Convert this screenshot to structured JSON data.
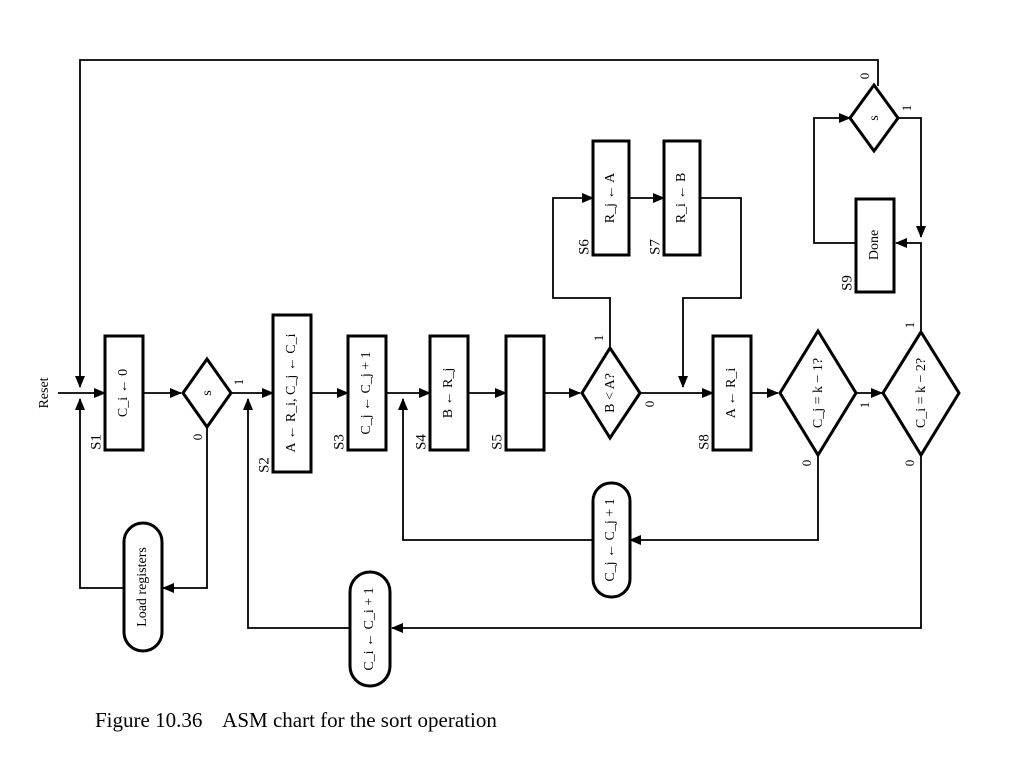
{
  "diagram": {
    "reset_label": "Reset",
    "states": {
      "s1": {
        "name": "S1",
        "action": "C_i ← 0"
      },
      "s2": {
        "name": "S2",
        "action": "A ← R_i, C_j ← C_i"
      },
      "s3": {
        "name": "S3",
        "action": "C_j ← C_j + 1"
      },
      "s4": {
        "name": "S4",
        "action": "B ← R_j"
      },
      "s5": {
        "name": "S5",
        "action": ""
      },
      "s6": {
        "name": "S6",
        "action": "R_j ← A"
      },
      "s7": {
        "name": "S7",
        "action": "R_i ← B"
      },
      "s8": {
        "name": "S8",
        "action": "A ← R_i"
      },
      "s9": {
        "name": "S9",
        "action": "Done"
      }
    },
    "decisions": {
      "s_first": {
        "text": "s",
        "true": "1",
        "false": "0"
      },
      "b_lt_a": {
        "text": "B < A?",
        "true": "1",
        "false": "0"
      },
      "cj_k1": {
        "text": "C_j = k − 1?",
        "true": "1",
        "false": "0"
      },
      "ci_k2": {
        "text": "C_i = k − 2?",
        "true": "1",
        "false": "0"
      },
      "s_done": {
        "text": "s",
        "true": "1",
        "false": "0"
      }
    },
    "conditional_outputs": {
      "load": "Load registers",
      "inc_cj": "C_j ← C_j + 1",
      "inc_ci": "C_i ← C_i + 1"
    }
  },
  "caption": {
    "figure_number": "Figure 10.36",
    "text": "ASM chart for the sort operation"
  }
}
